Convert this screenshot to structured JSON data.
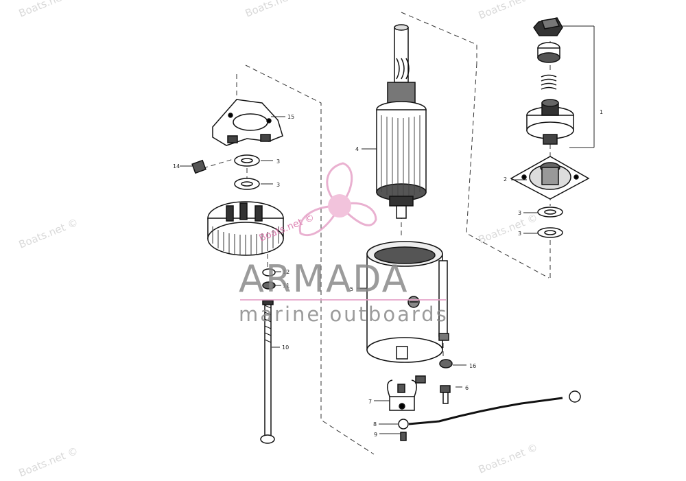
{
  "watermarks": [
    "Boats.net ©",
    "Boats.net ©",
    "Boats.net ©",
    "Boats.net ©",
    "Boats.net ©",
    "Boats.net ©",
    "Boats.net ©"
  ],
  "logo": {
    "name": "ARMADA",
    "tagline": "marine outboards",
    "watermark": "Boats.net ©",
    "accent_color": "#e6a3c8"
  },
  "callouts": {
    "c1": "1",
    "c2": "2",
    "c3a": "3",
    "c3b": "3",
    "c3c": "3",
    "c3d": "3",
    "c4": "4",
    "c5": "5",
    "c6": "6",
    "c7": "7",
    "c8": "8",
    "c9": "9",
    "c10": "10",
    "c11": "11",
    "c12": "12",
    "c14": "14",
    "c15": "15",
    "c16": "16"
  }
}
